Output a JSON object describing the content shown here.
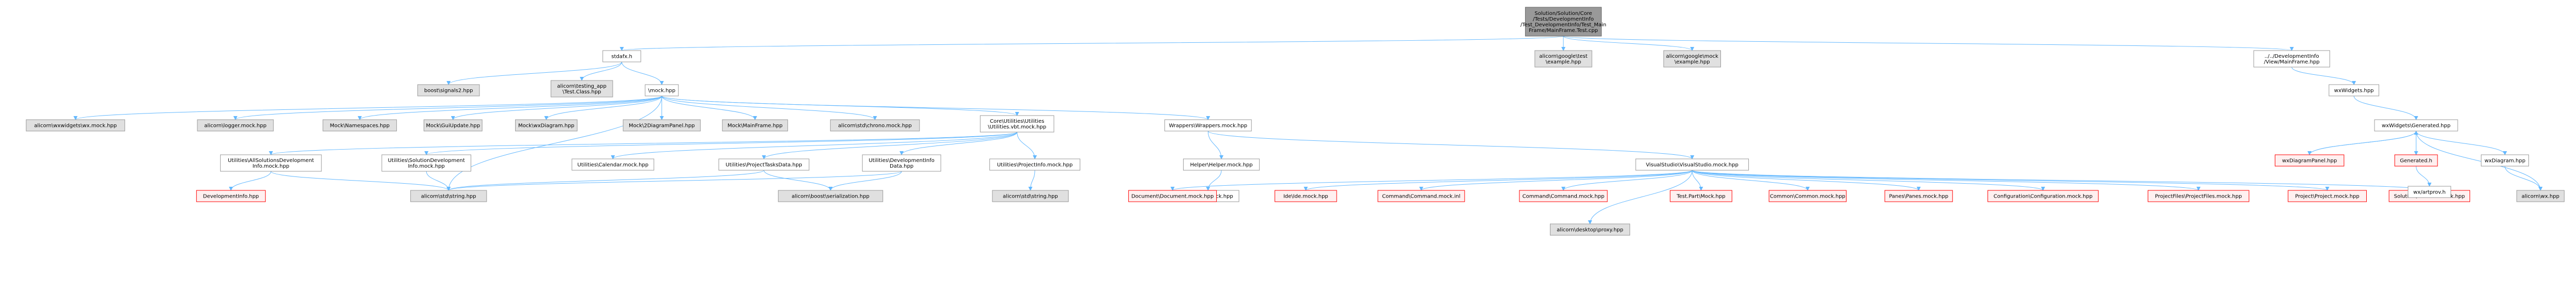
{
  "colors": {
    "root_fill": "#999999",
    "root_stroke": "#666666",
    "normal_fill": "#ffffff",
    "normal_stroke": "#999999",
    "external_fill": "#e0e0e0",
    "external_stroke": "#999999",
    "missing_fill": "#fff0f0",
    "missing_stroke": "#ff0000",
    "edge": "#63b8ff"
  },
  "nodes": [
    {
      "id": "root",
      "kind": "root",
      "lines": [
        "Solution/Solution/Core",
        "/Tests/DevelopmentInfo",
        "/Test_DevelopmentInfo/Test_Main",
        "Frame/MainFrame.Test.cpp"
      ]
    },
    {
      "id": "stdafx",
      "kind": "normal",
      "lines": [
        "stdafx.h"
      ]
    },
    {
      "id": "gtest",
      "kind": "external",
      "lines": [
        "alicorn\\google\\test",
        "\\example.hpp"
      ]
    },
    {
      "id": "gmock",
      "kind": "external",
      "lines": [
        "alicorn\\google\\mock",
        "\\example.hpp"
      ]
    },
    {
      "id": "devmain",
      "kind": "normal",
      "lines": [
        "../../DevelopmentInfo",
        "/View/MainFrame.hpp"
      ]
    },
    {
      "id": "signals2",
      "kind": "external",
      "lines": [
        "boost\\signals2.hpp"
      ]
    },
    {
      "id": "testclass",
      "kind": "external",
      "lines": [
        "alicorn\\testing_app",
        "\\Test.Class.hpp"
      ]
    },
    {
      "id": "mock",
      "kind": "normal",
      "lines": [
        "\\mock.hpp"
      ]
    },
    {
      "id": "wxwidgets",
      "kind": "normal",
      "lines": [
        "wxWidgets.hpp"
      ]
    },
    {
      "id": "wxgen",
      "kind": "normal",
      "lines": [
        "wxWidgets\\Generated.hpp"
      ]
    },
    {
      "id": "awwx",
      "kind": "external",
      "lines": [
        "alicorn\\wxwidgets\\wx.mock.hpp"
      ]
    },
    {
      "id": "alogger",
      "kind": "external",
      "lines": [
        "alicorn\\logger.mock.hpp"
      ]
    },
    {
      "id": "mns",
      "kind": "external",
      "lines": [
        "Mock\\Namespaces.hpp"
      ]
    },
    {
      "id": "mgui",
      "kind": "external",
      "lines": [
        "Mock\\GuiUpdate.hpp"
      ]
    },
    {
      "id": "mdiag",
      "kind": "external",
      "lines": [
        "Mock\\wxDiagram.hpp"
      ]
    },
    {
      "id": "m2d",
      "kind": "external",
      "lines": [
        "Mock\\2DiagramPanel.hpp"
      ]
    },
    {
      "id": "mmf",
      "kind": "external",
      "lines": [
        "Mock\\MainFrame.hpp"
      ]
    },
    {
      "id": "achrono",
      "kind": "external",
      "lines": [
        "alicorn\\std\\chrono.mock.hpp"
      ]
    },
    {
      "id": "coreutil",
      "kind": "normal",
      "lines": [
        "Core\\Utilities\\Utilities",
        "\\Utilities.vbt.mock.hpp"
      ]
    },
    {
      "id": "wrappers",
      "kind": "normal",
      "lines": [
        "Wrappers\\Wrappers.mock.hpp"
      ]
    },
    {
      "id": "uallsol",
      "kind": "normal",
      "lines": [
        "Utilities\\AllSolutionsDevelopment",
        "Info.mock.hpp"
      ]
    },
    {
      "id": "usoldev",
      "kind": "normal",
      "lines": [
        "Utilities\\SolutionDevelopment",
        "Info.mock.hpp"
      ]
    },
    {
      "id": "ucal",
      "kind": "normal",
      "lines": [
        "Utilities\\Calendar.mock.hpp"
      ]
    },
    {
      "id": "uprojtasks",
      "kind": "normal",
      "lines": [
        "Utilities\\ProjectTasksData.hpp"
      ]
    },
    {
      "id": "udevdata",
      "kind": "normal",
      "lines": [
        "Utilities\\DevelopmentInfo",
        "Data.hpp"
      ]
    },
    {
      "id": "uprojinfo",
      "kind": "normal",
      "lines": [
        "Utilities\\ProjectInfo.mock.hpp"
      ]
    },
    {
      "id": "helper",
      "kind": "normal",
      "lines": [
        "Helper\\Helper.mock.hpp"
      ]
    },
    {
      "id": "vsmock",
      "kind": "normal",
      "lines": [
        "VisualStudio\\VisualStudio.mock.hpp"
      ]
    },
    {
      "id": "wxdpanel",
      "kind": "missing",
      "lines": [
        "wxDiagramPanel.hpp"
      ]
    },
    {
      "id": "generated",
      "kind": "missing",
      "lines": [
        "Generated.h"
      ]
    },
    {
      "id": "wxdiagram",
      "kind": "normal",
      "lines": [
        "wxDiagram.hpp"
      ]
    },
    {
      "id": "devinfo",
      "kind": "missing",
      "lines": [
        "DevelopmentInfo.hpp"
      ]
    },
    {
      "id": "astring",
      "kind": "external",
      "lines": [
        "alicorn\\std\\string.hpp"
      ]
    },
    {
      "id": "aboost",
      "kind": "external",
      "lines": [
        "alicorn\\boost\\serialization.hpp"
      ]
    },
    {
      "id": "astring2",
      "kind": "external",
      "lines": [
        "alicorn\\std\\string.hpp"
      ]
    },
    {
      "id": "helperjs",
      "kind": "normal",
      "lines": [
        "Helper\\js.mock.hpp"
      ]
    },
    {
      "id": "docmock",
      "kind": "missing",
      "lines": [
        "Document\\Document.mock.hpp"
      ]
    },
    {
      "id": "idemock",
      "kind": "missing",
      "lines": [
        "Ide\\Ide.mock.hpp"
      ]
    },
    {
      "id": "cmdinl",
      "kind": "missing",
      "lines": [
        "Command\\Command.mock.inl"
      ]
    },
    {
      "id": "cmdmock",
      "kind": "missing",
      "lines": [
        "Command\\Command.mock.hpp"
      ]
    },
    {
      "id": "testpart",
      "kind": "missing",
      "lines": [
        "Test.Part\\Mock.hpp"
      ]
    },
    {
      "id": "commonmock",
      "kind": "missing",
      "lines": [
        "Common\\Common.mock.hpp"
      ]
    },
    {
      "id": "panes",
      "kind": "missing",
      "lines": [
        "Panes\\Panes.mock.hpp"
      ]
    },
    {
      "id": "config",
      "kind": "missing",
      "lines": [
        "Configuration\\Configuration.mock.hpp"
      ]
    },
    {
      "id": "projfiles",
      "kind": "missing",
      "lines": [
        "ProjectFiles\\ProjectFiles.mock.hpp"
      ]
    },
    {
      "id": "projmock",
      "kind": "missing",
      "lines": [
        "Project\\Project.mock.hpp"
      ]
    },
    {
      "id": "solmock",
      "kind": "missing",
      "lines": [
        "Solution\\Solution.mock.hpp"
      ]
    },
    {
      "id": "wxartprov",
      "kind": "normal",
      "lines": [
        "wx/artprov.h"
      ]
    },
    {
      "id": "awx",
      "kind": "external",
      "lines": [
        "alicorn\\wx.hpp"
      ]
    },
    {
      "id": "desktop",
      "kind": "external",
      "lines": [
        "alicorn\\desktop\\proxy.hpp"
      ]
    }
  ],
  "edges": [
    [
      "root",
      "stdafx"
    ],
    [
      "root",
      "gtest"
    ],
    [
      "root",
      "gmock"
    ],
    [
      "root",
      "devmain"
    ],
    [
      "stdafx",
      "signals2"
    ],
    [
      "stdafx",
      "testclass"
    ],
    [
      "stdafx",
      "mock"
    ],
    [
      "devmain",
      "wxwidgets"
    ],
    [
      "wxwidgets",
      "wxgen"
    ],
    [
      "mock",
      "awwx"
    ],
    [
      "mock",
      "alogger"
    ],
    [
      "mock",
      "mns"
    ],
    [
      "mock",
      "mgui"
    ],
    [
      "mock",
      "mdiag"
    ],
    [
      "mock",
      "m2d"
    ],
    [
      "mock",
      "mmf"
    ],
    [
      "mock",
      "achrono"
    ],
    [
      "mock",
      "coreutil"
    ],
    [
      "mock",
      "wrappers"
    ],
    [
      "mock",
      "astring"
    ],
    [
      "coreutil",
      "uallsol"
    ],
    [
      "coreutil",
      "usoldev"
    ],
    [
      "coreutil",
      "ucal"
    ],
    [
      "coreutil",
      "uprojtasks"
    ],
    [
      "coreutil",
      "udevdata"
    ],
    [
      "coreutil",
      "uprojinfo"
    ],
    [
      "wrappers",
      "helper"
    ],
    [
      "wrappers",
      "vsmock"
    ],
    [
      "uallsol",
      "devinfo"
    ],
    [
      "uallsol",
      "astring"
    ],
    [
      "usoldev",
      "astring"
    ],
    [
      "uprojtasks",
      "astring"
    ],
    [
      "uprojtasks",
      "aboost"
    ],
    [
      "udevdata",
      "aboost"
    ],
    [
      "udevdata",
      "astring"
    ],
    [
      "uprojinfo",
      "astring2"
    ],
    [
      "helper",
      "helperjs"
    ],
    [
      "vsmock",
      "docmock"
    ],
    [
      "vsmock",
      "idemock"
    ],
    [
      "vsmock",
      "cmdinl"
    ],
    [
      "vsmock",
      "cmdmock"
    ],
    [
      "vsmock",
      "testpart"
    ],
    [
      "vsmock",
      "commonmock"
    ],
    [
      "vsmock",
      "panes"
    ],
    [
      "vsmock",
      "config"
    ],
    [
      "vsmock",
      "projfiles"
    ],
    [
      "vsmock",
      "projmock"
    ],
    [
      "vsmock",
      "solmock"
    ],
    [
      "vsmock",
      "desktop"
    ],
    [
      "wxgen",
      "wxdpanel"
    ],
    [
      "wxgen",
      "generated"
    ],
    [
      "wxgen",
      "wxdiagram"
    ],
    [
      "wxgen",
      "awx"
    ],
    [
      "wxdpanel",
      "wxgen"
    ],
    [
      "generated",
      "wxartprov"
    ],
    [
      "wxdiagram",
      "awx"
    ]
  ]
}
